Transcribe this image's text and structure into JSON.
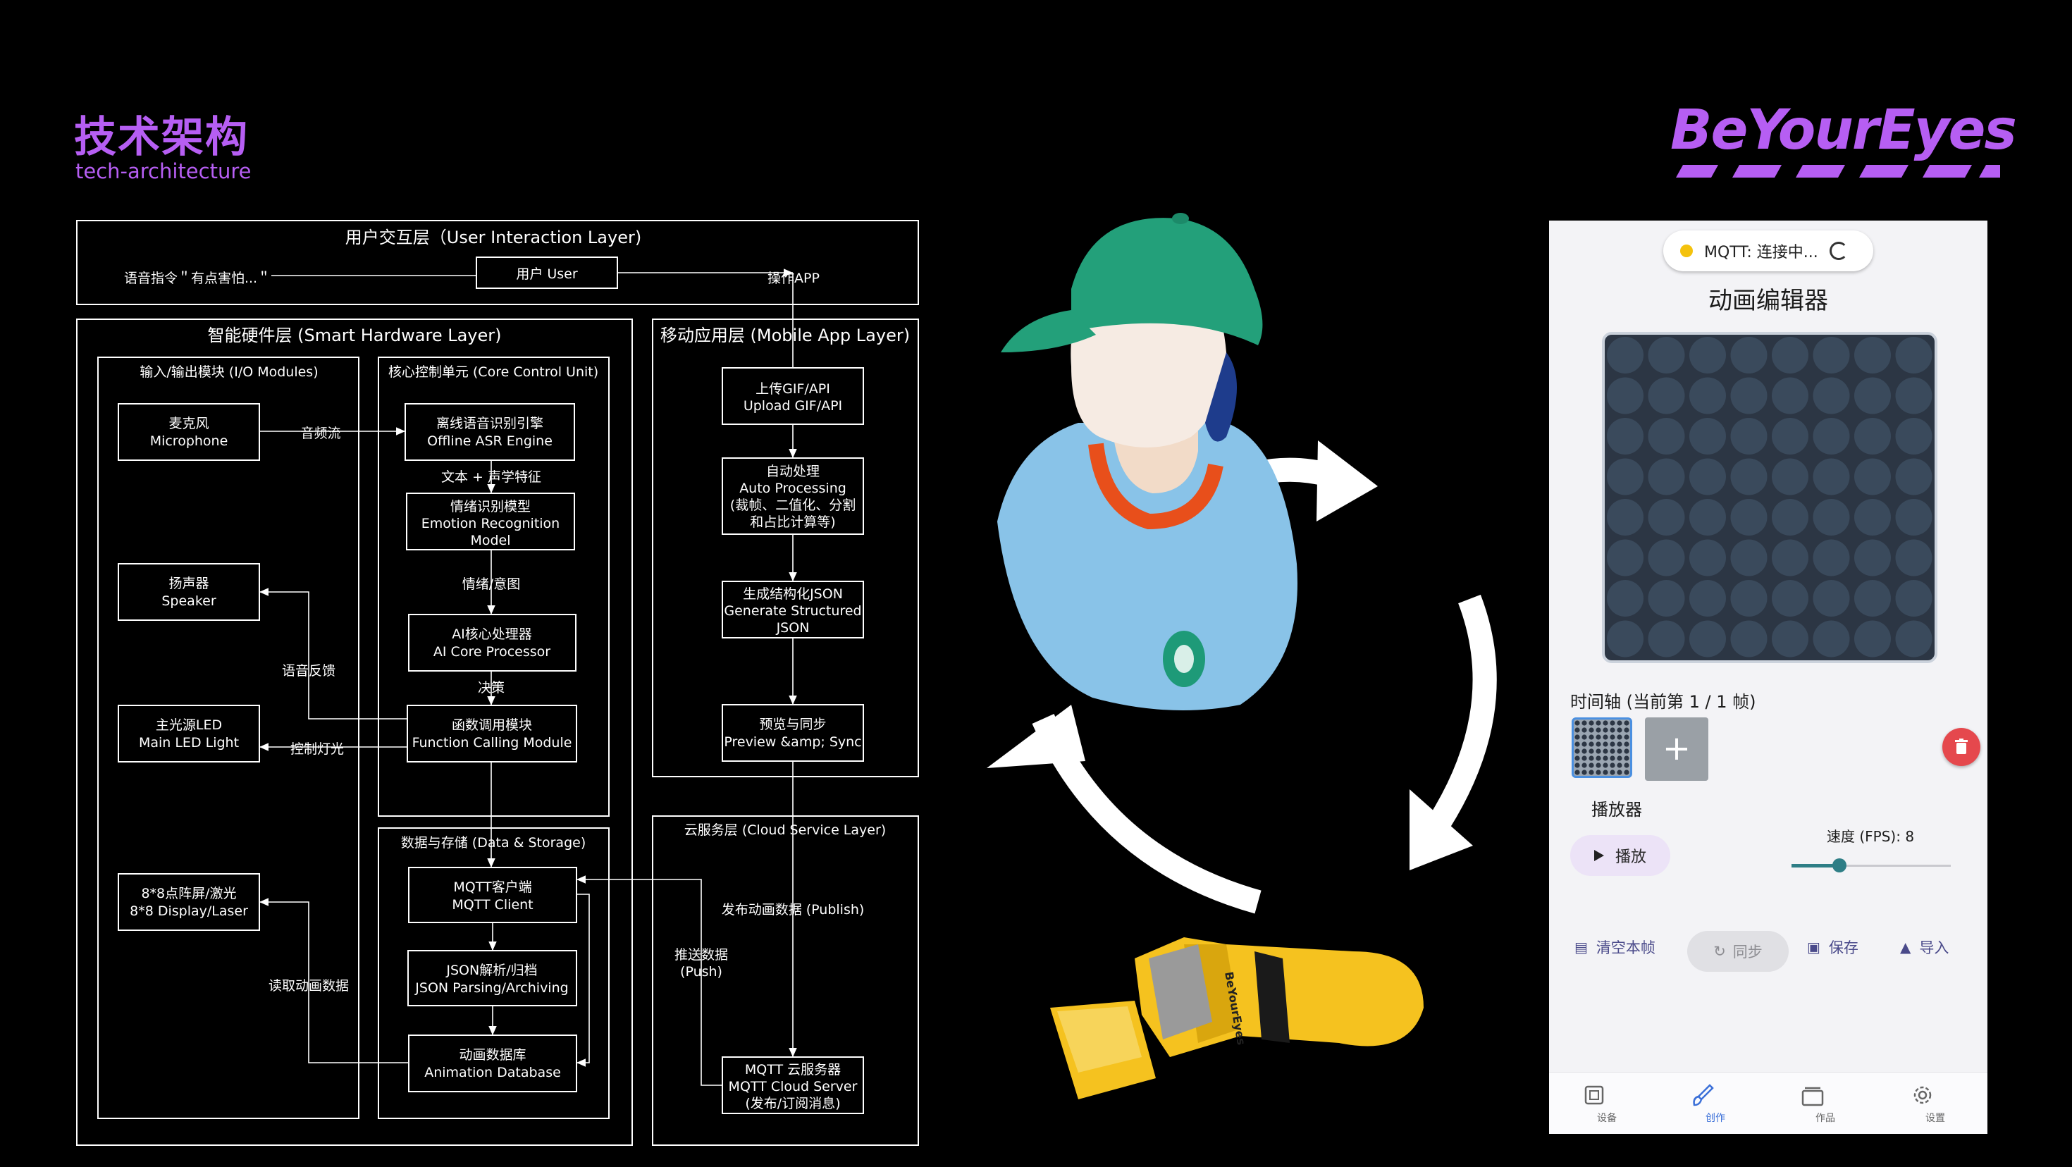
{
  "page": {
    "title": "技术架构",
    "subtitle": "tech-architecture",
    "brand": "BeYourEyes",
    "brand_color": "#b65ef3"
  },
  "diagram": {
    "layers": {
      "user_layer": "用户交互层（User Interaction Layer)",
      "hardware_layer": "智能硬件层 (Smart Hardware Layer)",
      "mobile_layer": "移动应用层 (Mobile App Layer)",
      "io_modules": "输入/输出模块 (I/O Modules)",
      "core_unit": "核心控制单元 (Core Control Unit)",
      "data_storage": "数据与存储 (Data & Storage)",
      "cloud_layer": "云服务层 (Cloud Service Layer)"
    },
    "nodes": {
      "user": "用户 User",
      "mic": [
        "麦克风",
        "Microphone"
      ],
      "speaker": [
        "扬声器",
        "Speaker"
      ],
      "led": [
        "主光源LED",
        "Main LED Light"
      ],
      "display": [
        "8*8点阵屏/激光",
        "8*8 Display/Laser"
      ],
      "asr": [
        "离线语音识别引擎",
        "Offline ASR Engine"
      ],
      "emotion": [
        "情绪识别模型",
        "Emotion Recognition",
        "Model"
      ],
      "ai": [
        "AI核心处理器",
        "AI Core Processor"
      ],
      "function": [
        "函数调用模块",
        "Function Calling Module"
      ],
      "mqtt_client": [
        "MQTT客户端",
        "MQTT Client"
      ],
      "json_parse": [
        "JSON解析/归档",
        "JSON Parsing/Archiving"
      ],
      "anim_db": [
        "动画数据库",
        "Animation Database"
      ],
      "upload": [
        "上传GIF/API",
        "Upload GIF/API"
      ],
      "auto": [
        "自动处理",
        "Auto Processing",
        "(裁帧、二值化、分割",
        "和占比计算等)"
      ],
      "gen_json": [
        "生成结构化JSON",
        "Generate Structured",
        "JSON"
      ],
      "preview": [
        "预览与同步",
        "Preview &amp; Sync"
      ],
      "mqtt_server": [
        "MQTT 云服务器",
        "MQTT Cloud Server",
        "(发布/订阅消息)"
      ]
    },
    "edges": {
      "voice_cmd": "语音指令＂有点害怕...＂",
      "operate_app": "操作APP",
      "audio_stream": "音频流",
      "text_feature": "文本 + 声学特征",
      "emotion_intent": "情绪/意图",
      "decision": "决策",
      "voice_feedback": "语音反馈",
      "light_control": "控制灯光",
      "read_anim": "读取动画数据",
      "publish": "发布动画数据 (Publish)",
      "push": [
        "推送数据",
        "(Push)"
      ]
    }
  },
  "device_label": "BeYourEyes",
  "app": {
    "mqtt_status": "MQTT: 连接中...",
    "mqtt_status_color": "#f4c20d",
    "editor_title": "动画编辑器",
    "timeline_label": "时间轴 (当前第 1 / 1 帧)",
    "add_frame": "+",
    "player_label": "播放器",
    "play_label": "播放",
    "speed_label": "速度 (FPS): 8",
    "fps": 8,
    "fps_fraction": 0.3,
    "actions": {
      "clear": "清空本帧",
      "sync": "同步",
      "save": "保存",
      "import": "导入"
    },
    "nav": {
      "devices": "设备",
      "create": "创作",
      "works": "作品",
      "settings": "设置"
    },
    "accent_color": "#3a6fd8",
    "delete_color": "#e5484d"
  }
}
